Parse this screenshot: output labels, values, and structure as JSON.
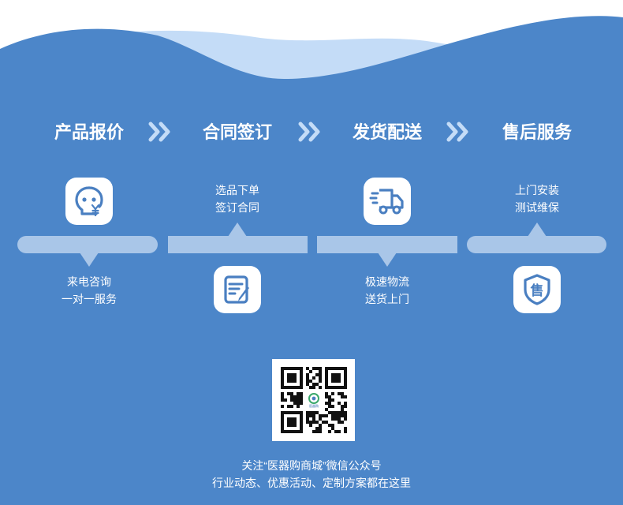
{
  "colors": {
    "background": "#4c86c9",
    "wave_light": "#c4dcf7",
    "timeline": "#a9c6e8",
    "icon_blue": "#4a7fc1",
    "tile": "#ffffff"
  },
  "steps": [
    {
      "title": "产品报价",
      "desc_lines": [
        "来电咨询",
        "一对一服务"
      ],
      "icon": "face-yen-icon"
    },
    {
      "title": "合同签订",
      "desc_lines": [
        "选品下单",
        "签订合同"
      ],
      "icon": "document-edit-icon"
    },
    {
      "title": "发货配送",
      "desc_lines": [
        "极速物流",
        "送货上门"
      ],
      "icon": "delivery-truck-icon"
    },
    {
      "title": "售后服务",
      "desc_lines": [
        "上门安装",
        "测试维保"
      ],
      "icon": "shield-icon",
      "icon_char": "售"
    }
  ],
  "separator_icon": "double-chevron-right-icon",
  "qr": {
    "logo_text": "医器购"
  },
  "footer": {
    "line1": "关注“医器购商城”微信公众号",
    "line2": "行业动态、优惠活动、定制方案都在这里"
  }
}
